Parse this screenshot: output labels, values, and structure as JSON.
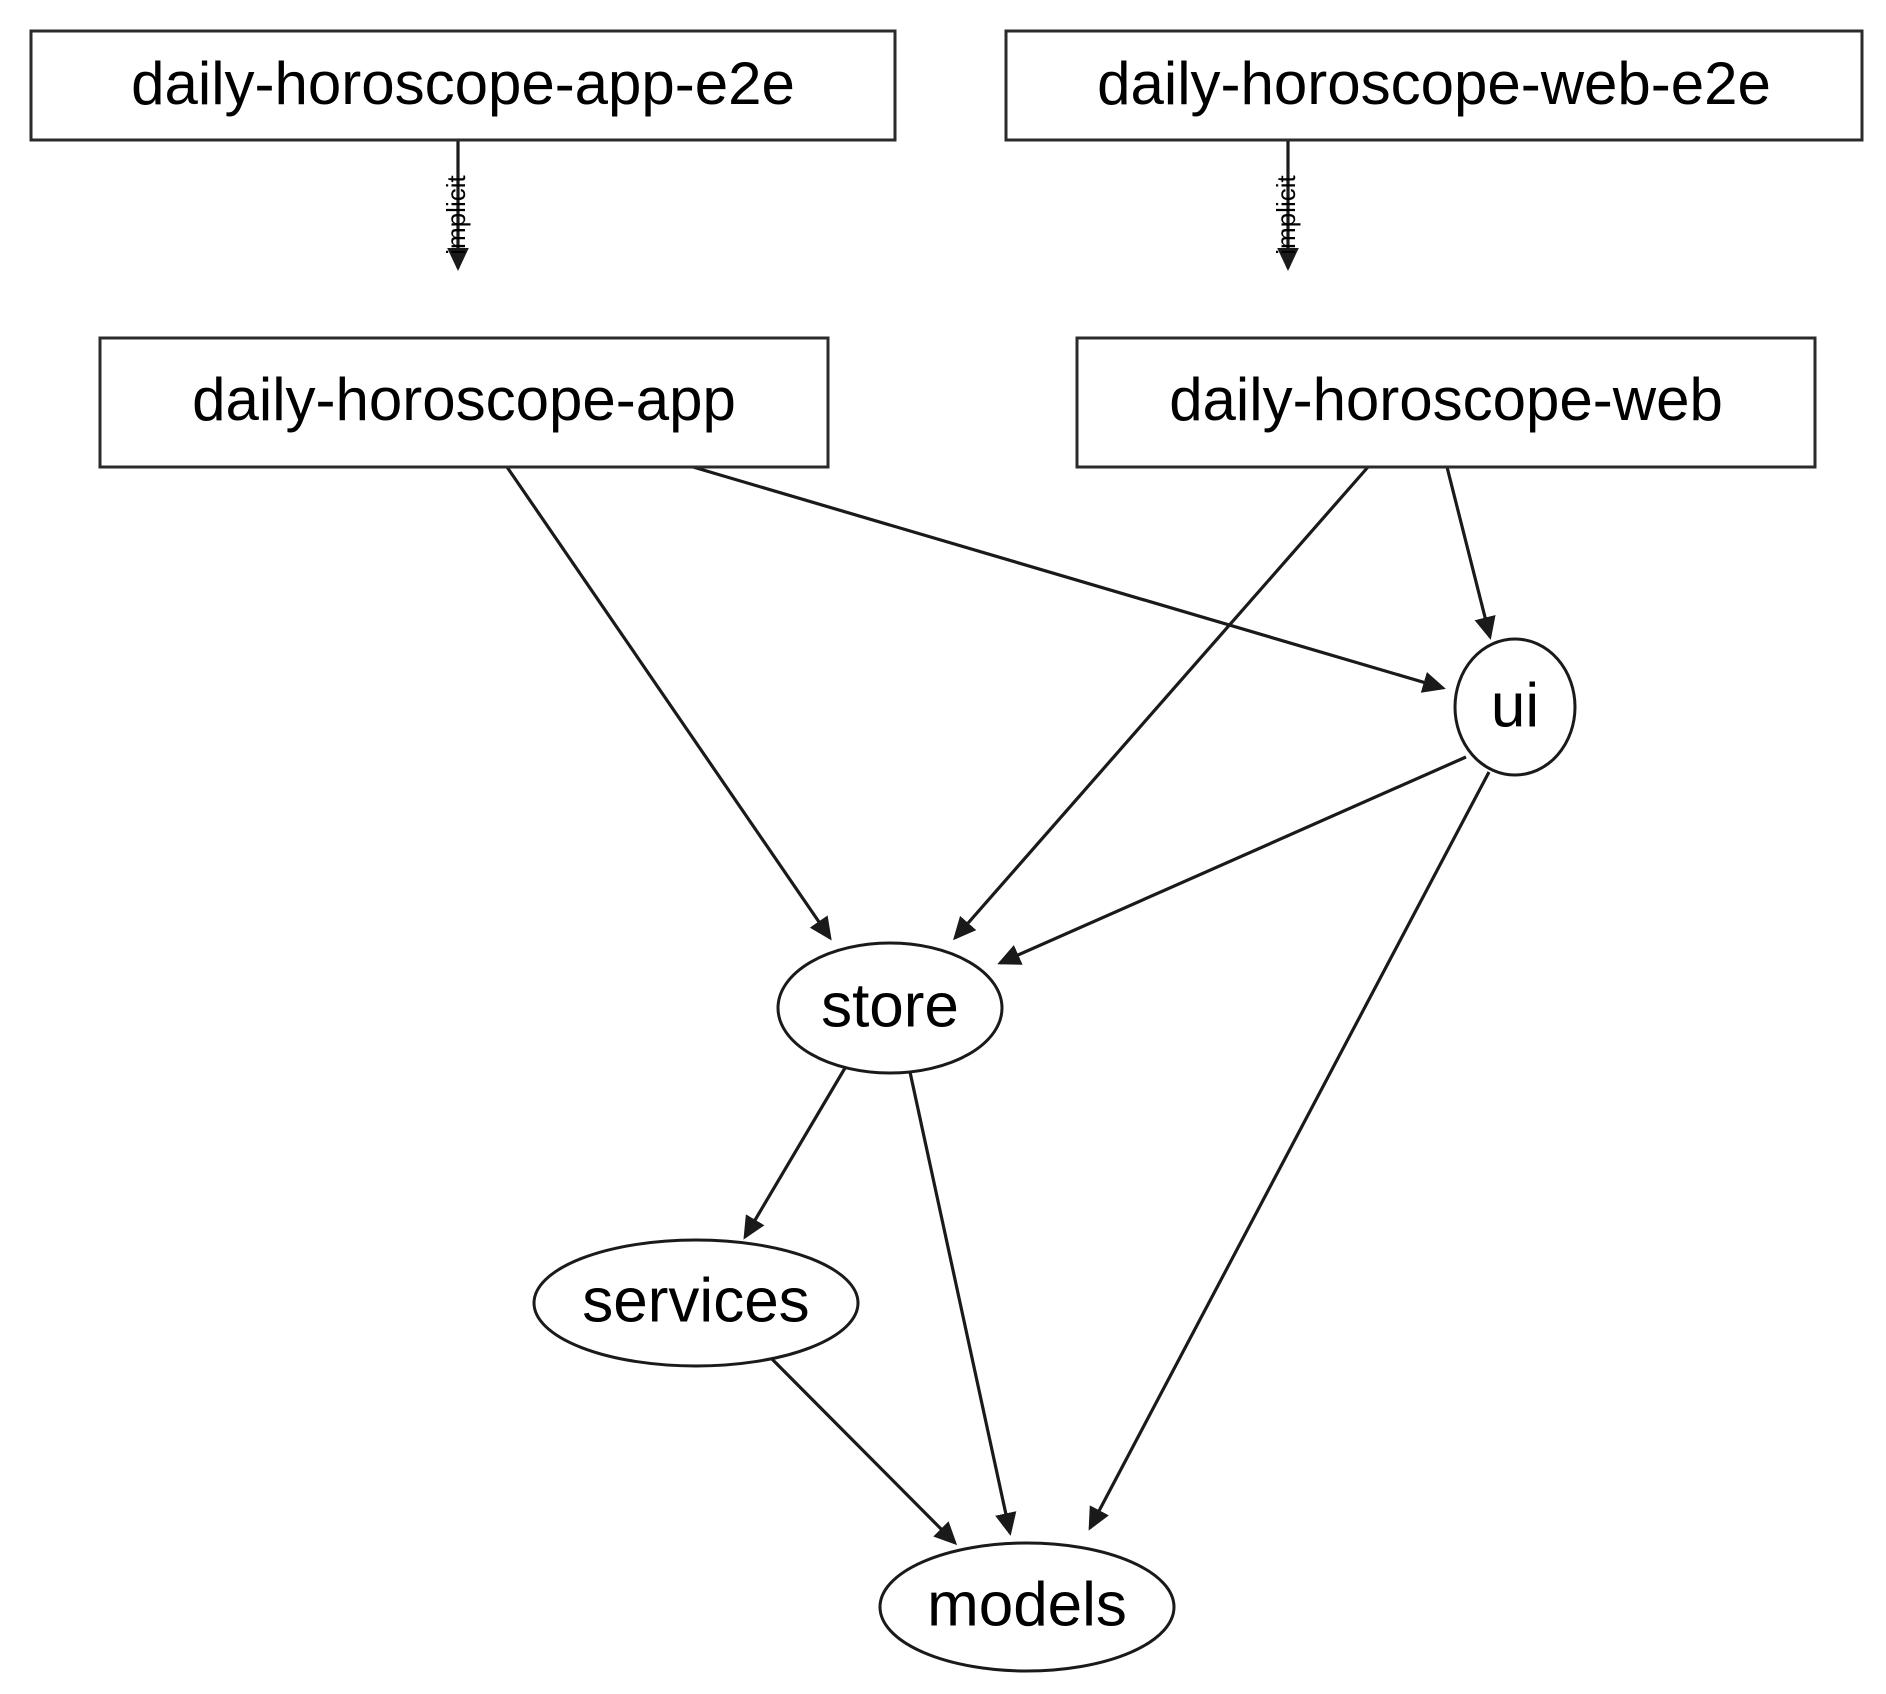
{
  "diagram": {
    "type": "dependency-graph",
    "title": "",
    "background_color": "#ffffff",
    "stroke_color": "#1a1a1a",
    "node_fill": "#ffffff",
    "nodes": [
      {
        "id": "daily-horoscope-app-e2e",
        "label": "daily-horoscope-app-e2e",
        "shape": "box"
      },
      {
        "id": "daily-horoscope-web-e2e",
        "label": "daily-horoscope-web-e2e",
        "shape": "box"
      },
      {
        "id": "daily-horoscope-app",
        "label": "daily-horoscope-app",
        "shape": "box"
      },
      {
        "id": "daily-horoscope-web",
        "label": "daily-horoscope-web",
        "shape": "box"
      },
      {
        "id": "ui",
        "label": "ui",
        "shape": "ellipse"
      },
      {
        "id": "store",
        "label": "store",
        "shape": "ellipse"
      },
      {
        "id": "services",
        "label": "services",
        "shape": "ellipse"
      },
      {
        "id": "models",
        "label": "models",
        "shape": "ellipse"
      }
    ],
    "edges": [
      {
        "from": "daily-horoscope-app-e2e",
        "to": "daily-horoscope-app",
        "label": "implicit"
      },
      {
        "from": "daily-horoscope-web-e2e",
        "to": "daily-horoscope-web",
        "label": "implicit"
      },
      {
        "from": "daily-horoscope-app",
        "to": "store",
        "label": ""
      },
      {
        "from": "daily-horoscope-app",
        "to": "ui",
        "label": ""
      },
      {
        "from": "daily-horoscope-web",
        "to": "store",
        "label": ""
      },
      {
        "from": "daily-horoscope-web",
        "to": "ui",
        "label": ""
      },
      {
        "from": "ui",
        "to": "store",
        "label": ""
      },
      {
        "from": "ui",
        "to": "models",
        "label": ""
      },
      {
        "from": "store",
        "to": "services",
        "label": ""
      },
      {
        "from": "store",
        "to": "models",
        "label": ""
      },
      {
        "from": "services",
        "to": "models",
        "label": ""
      }
    ],
    "edge_labels": {
      "implicit_app": "implicit",
      "implicit_web": "implicit"
    }
  }
}
